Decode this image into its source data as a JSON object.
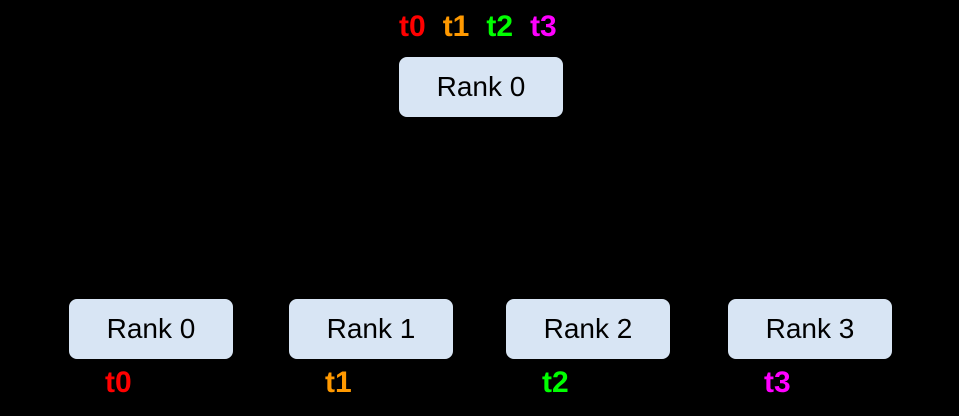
{
  "diagram": {
    "background": "#000000",
    "box_fill": "#d8e5f4",
    "box_text_color": "#000000",
    "root": {
      "label": "Rank 0",
      "threads": [
        {
          "label": "t0",
          "color": "#ff0000"
        },
        {
          "label": "t1",
          "color": "#ff9900"
        },
        {
          "label": "t2",
          "color": "#00ff00"
        },
        {
          "label": "t3",
          "color": "#ff00ff"
        }
      ]
    },
    "ranks": [
      {
        "label": "Rank 0",
        "thread": {
          "label": "t0",
          "color": "#ff0000"
        }
      },
      {
        "label": "Rank 1",
        "thread": {
          "label": "t1",
          "color": "#ff9900"
        }
      },
      {
        "label": "Rank 2",
        "thread": {
          "label": "t2",
          "color": "#00ff00"
        }
      },
      {
        "label": "Rank 3",
        "thread": {
          "label": "t3",
          "color": "#ff00ff"
        }
      }
    ]
  }
}
